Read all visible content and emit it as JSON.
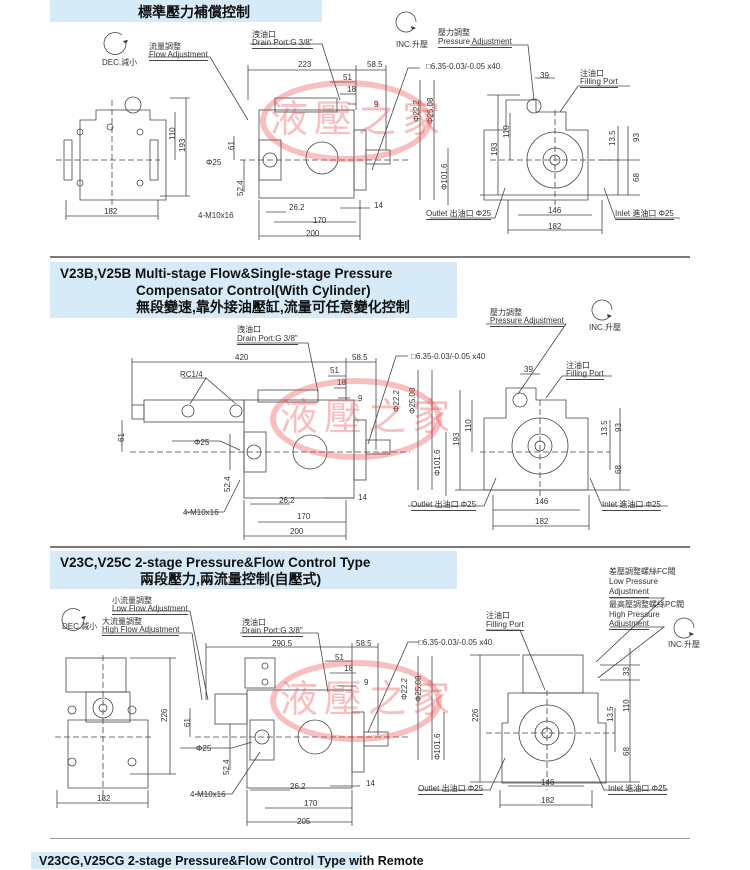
{
  "sections": [
    {
      "title_en": "",
      "title_zh": "標準壓力補償控制",
      "labels": {
        "dec": "DEC.減小",
        "flow_adj_zh": "流量調整",
        "flow_adj_en": "Flow Adjustment",
        "drain_zh": "洩油口",
        "drain_en": "Drain Port:G 3/8\"",
        "inc": "INC.升壓",
        "pressure_adj_zh": "壓力調整",
        "pressure_adj_en": "Pressure Adjustment",
        "filling_zh": "注油口",
        "filling_en": "Filling Port",
        "shaft_key": "□6.35-0.03/-0.05 x40",
        "phi25": "Φ25",
        "bolts": "4-M10x16",
        "outlet": "Outlet 出油口 Φ25",
        "inlet": "Inlet 進油口 Φ25"
      },
      "dims": {
        "d223": "223",
        "d58_5": "58.5",
        "d51": "51",
        "d18": "18",
        "d9": "9",
        "d110": "110",
        "d193": "193",
        "d61": "61",
        "d52_4": "52.4",
        "d182": "182",
        "d26_2": "26.2",
        "d170": "170",
        "d200": "200",
        "d14": "14",
        "d39": "39",
        "d146": "146",
        "d182r": "182",
        "d93": "93",
        "d68": "68",
        "d13_5": "13.5",
        "phi22_2": "Φ22.2",
        "phi25_08": "Φ25.08",
        "phi101_6": "Φ101.6",
        "d110r": "110",
        "d193r": "193"
      }
    },
    {
      "title_en_1": "V23B,V25B Multi-stage Flow&Single-stage Pressure",
      "title_en_2": "Compensator Control(With Cylinder)",
      "title_zh": "無段變速,靠外接油壓缸,流量可任意變化控制",
      "labels": {
        "drain_zh": "洩油口",
        "drain_en": "Drain Port:G 3/8\"",
        "rc": "RC1/4",
        "pressure_adj_zh": "壓力調整",
        "pressure_adj_en": "Pressure Adjustment",
        "inc": "INC.升壓",
        "filling_zh": "注油口",
        "filling_en": "Filling Port",
        "shaft_key": "□6.35-0.03/-0.05 x40",
        "phi25": "Φ25",
        "bolts": "4-M10x16",
        "outlet": "Outlet 出油口 Φ25",
        "inlet": "Inlet 進油口 Φ25"
      },
      "dims": {
        "d420": "420",
        "d58_5": "58.5",
        "d51": "51",
        "d18": "18",
        "d9": "9",
        "d61": "61",
        "d52_4": "52.4",
        "d26_2": "26.2",
        "d170": "170",
        "d200": "200",
        "d14": "14",
        "d39": "39",
        "d110": "110",
        "d193": "193",
        "d93": "93",
        "d68": "68",
        "d13_5": "13.5",
        "d146": "146",
        "d182": "182",
        "phi22_2": "Φ22.2",
        "phi25_08": "Φ25.08",
        "phi101_6": "Φ101.6"
      }
    },
    {
      "title_en": "V23C,V25C 2-stage Pressure&Flow Control Type",
      "title_zh": "兩段壓力,兩流量控制(自壓式)",
      "labels": {
        "dec": "DEC.減小",
        "low_flow_zh": "小流量調整",
        "low_flow_en": "Low Flow Adjustment",
        "high_flow_zh": "大流量調整",
        "high_flow_en": "High Flow Adjustment",
        "drain_zh": "洩油口",
        "drain_en": "Drain Port:G 3/8\"",
        "filling_zh": "注油口",
        "filling_en": "Filling Port",
        "low_press_zh": "差壓調整螺絲FC閥",
        "low_press_en_1": "Low Pressure",
        "low_press_en_2": "Adjustment",
        "high_press_zh": "最高壓調整螺絲PC閥",
        "high_press_en_1": "High Pressure",
        "high_press_en_2": "Adjustment",
        "inc": "INC.升壓",
        "shaft_key": "□6.35-0.03/-0.05 x40",
        "phi25": "Φ25",
        "bolts": "4-M10x16",
        "outlet": "Outlet 出油口 Φ25",
        "inlet": "Inlet 進油口 Φ25"
      },
      "dims": {
        "d290_5": "290.5",
        "d58_5": "58.5",
        "d51": "51",
        "d18": "18",
        "d9": "9",
        "d226": "226",
        "d61": "61",
        "d52_4": "52.4",
        "d182": "182",
        "d26_2": "26.2",
        "d170": "170",
        "d205": "205",
        "d14": "14",
        "d226r": "226",
        "d33": "33",
        "d110": "110",
        "d68": "68",
        "d13_5": "13.5",
        "d146": "146",
        "d182r": "182",
        "phi22_2": "Φ22.2",
        "phi25_08": "Φ25.08",
        "phi101_6": "Φ101.6"
      }
    },
    {
      "title_en": "V23CG,V25CG 2-stage Pressure&Flow Control Type with Remote"
    }
  ],
  "watermark": {
    "text": "液壓之家",
    "color_red": "#e8484a",
    "color_blue": "#3b5bb0"
  },
  "colors": {
    "banner_bg": "#d6ebf7",
    "line": "#444444",
    "rule": "#7a7a7a"
  }
}
